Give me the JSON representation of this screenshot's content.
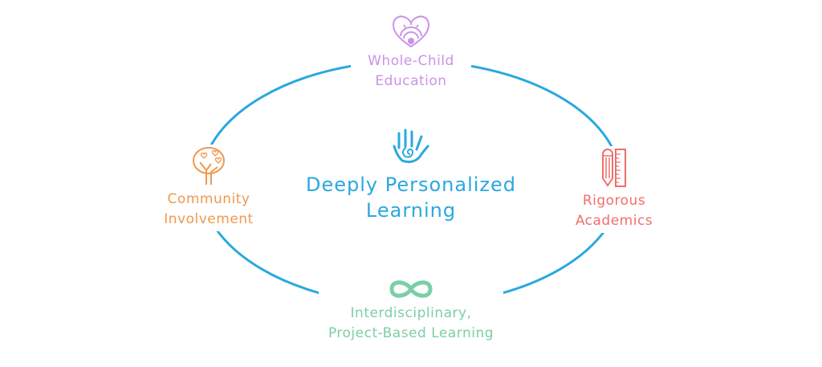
{
  "center": {
    "line1": "Deeply Personalized",
    "line2": "Learning",
    "icon": "hand-spiral-icon",
    "color": "#2aa8df"
  },
  "nodes": [
    {
      "id": "top",
      "line1": "Whole-Child",
      "line2": "Education",
      "icon": "heart-sunrise-icon",
      "color": "#c994e8"
    },
    {
      "id": "left",
      "line1": "Community",
      "line2": "Involvement",
      "icon": "heart-tree-icon",
      "color": "#f0994f"
    },
    {
      "id": "right",
      "line1": "Rigorous",
      "line2": "Academics",
      "icon": "pencil-ruler-icon",
      "color": "#ef6f6a"
    },
    {
      "id": "bottom",
      "line1": "Interdisciplinary,",
      "line2": "Project-Based Learning",
      "icon": "infinity-icon",
      "color": "#7ccfa5"
    }
  ],
  "ring_color": "#2aa8df"
}
